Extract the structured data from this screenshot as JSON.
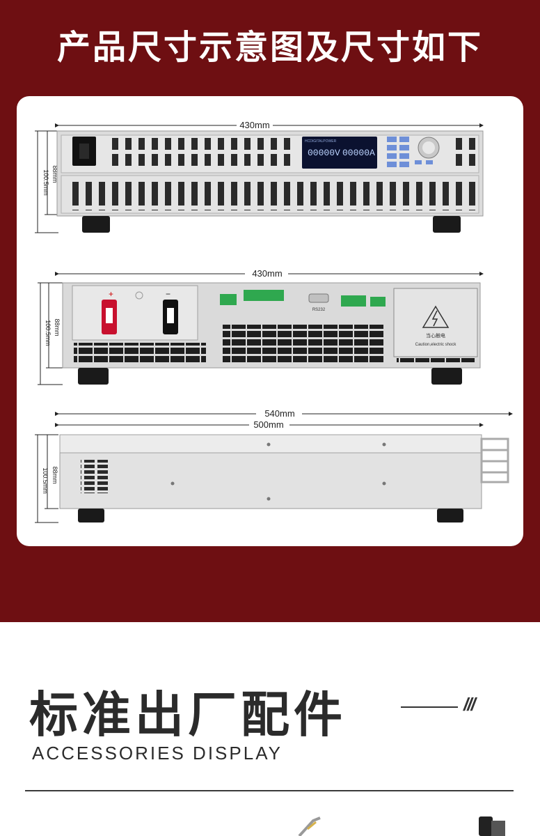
{
  "header": {
    "title": "产品尺寸示意图及尺寸如下"
  },
  "front_view": {
    "width_label": "430mm",
    "height_outer_label": "100.5mm",
    "height_inner_label": "88mm",
    "display_voltage": "00000V",
    "display_current": "00000A",
    "display_brand": "HCDIGITALPOWER"
  },
  "rear_view": {
    "width_label": "430mm",
    "height_outer_label": "100.5mm",
    "height_inner_label": "88mm",
    "terminal_plus": "+",
    "terminal_minus": "−",
    "port_rs232": "RS232",
    "warning_label": "当心触电",
    "warning_label_en": "Caution,electric shock"
  },
  "side_view": {
    "depth_outer_label": "540mm",
    "depth_inner_label": "500mm",
    "height_outer_label": "100.5mm",
    "height_inner_label": "88mm"
  },
  "accessories": {
    "title": "标准出厂配件",
    "subtitle": "ACCESSORIES DISPLAY",
    "slashes": "///"
  },
  "colors": {
    "band": "#6e0f12",
    "card": "#ffffff",
    "chassis": "#d9d9d9",
    "display": "#0b1230",
    "terminal_green": "#2fa84f"
  }
}
